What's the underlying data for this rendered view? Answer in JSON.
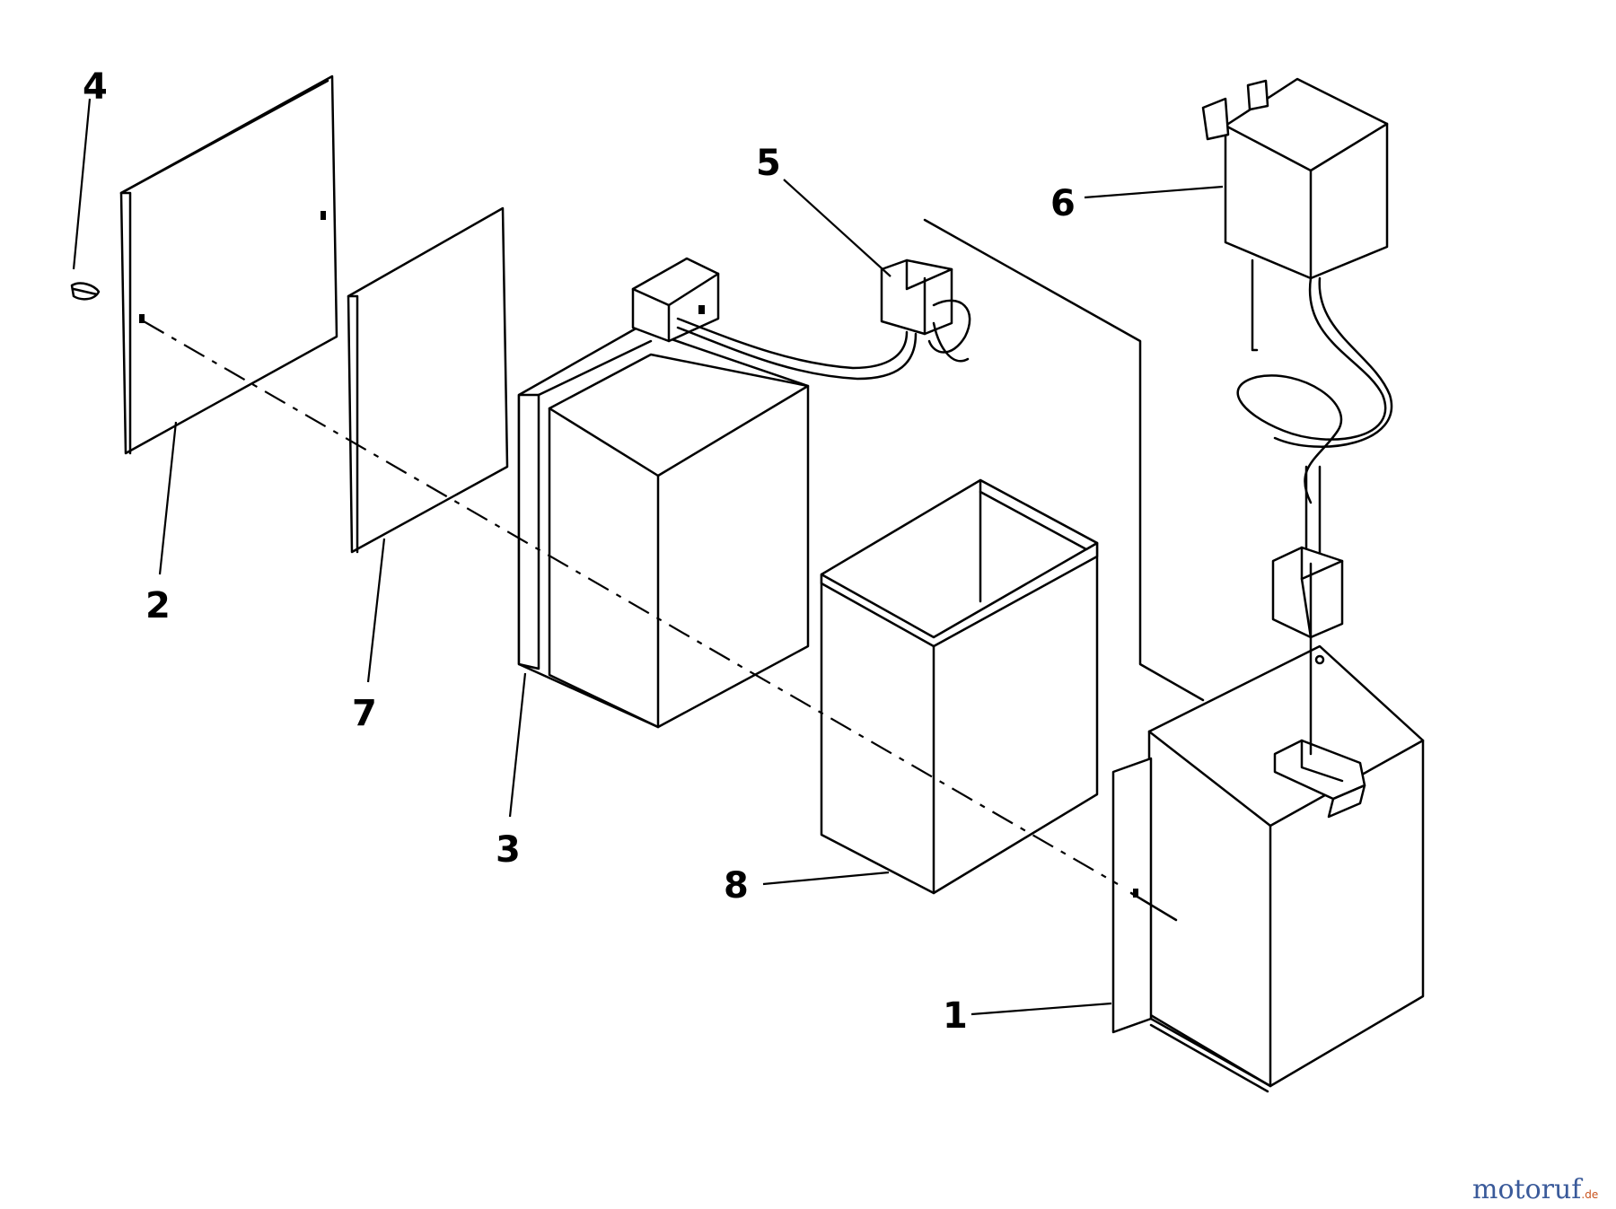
{
  "callouts": {
    "c1": "1",
    "c2": "2",
    "c3": "3",
    "c4": "4",
    "c5": "5",
    "c6": "6",
    "c7": "7",
    "c8": "8"
  },
  "watermark": {
    "brand_main": "motoruf",
    "brand_suffix": ".de"
  },
  "colors": {
    "line": "#000000",
    "background": "#ffffff",
    "watermark_blue": "#3a5a9a",
    "watermark_orange": "#c8531c"
  }
}
